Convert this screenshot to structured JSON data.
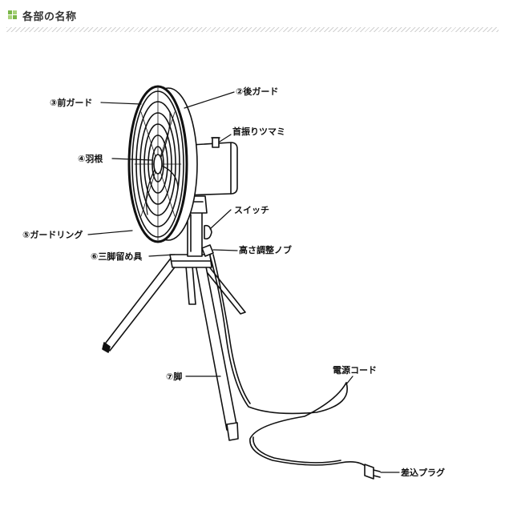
{
  "header": {
    "title": "各部の名称"
  },
  "labels": {
    "front_guard": "③前ガード",
    "rear_guard": "②後ガード",
    "oscillation_knob": "首振りツマミ",
    "blade": "④羽根",
    "switch": "スイッチ",
    "guard_ring": "⑤ガードリング",
    "tripod_bracket": "⑥三脚留め具",
    "height_knob": "高さ調整ノブ",
    "leg": "⑦脚",
    "power_cord": "電源コード",
    "plug": "差込プラグ"
  }
}
